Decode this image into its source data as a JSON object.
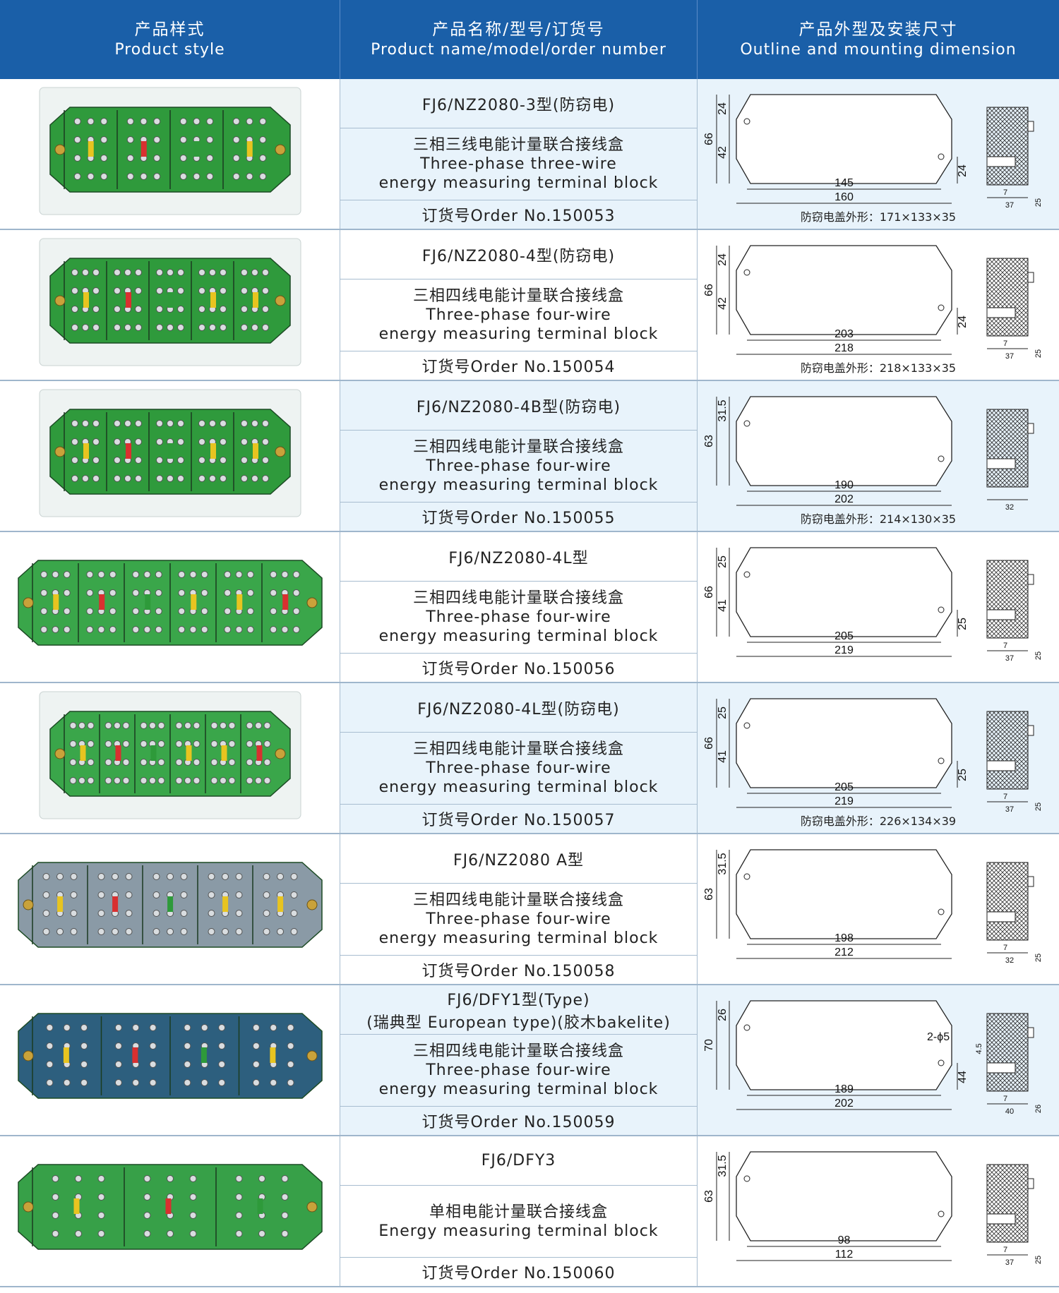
{
  "header": {
    "col1_zh": "产品样式",
    "col1_en": "Product style",
    "col2_zh": "产品名称/型号/订货号",
    "col2_en": "Product name/model/order number",
    "col3_zh": "产品外型及安装尺寸",
    "col3_en": "Outline and mounting dimension"
  },
  "products": [
    {
      "model": "FJ6/NZ2080-3型(防窃电)",
      "desc_zh": "三相三线电能计量联合接线盒",
      "desc_en1": "Three-phase three-wire",
      "desc_en2": "energy measuring terminal block",
      "order": "订货号Order No.150053",
      "cover": "防窃电盖外形：171×133×35",
      "dims": {
        "total_h": "66",
        "top": "24",
        "bottom": "42",
        "inner_w": "145",
        "outer_w": "160",
        "right_h": "24",
        "side_a": "7",
        "side_b": "37",
        "side_c": "25"
      },
      "photo": {
        "base": "#2f9a3c",
        "cover": true,
        "slots": 4
      }
    },
    {
      "model": "FJ6/NZ2080-4型(防窃电)",
      "desc_zh": "三相四线电能计量联合接线盒",
      "desc_en1": "Three-phase four-wire",
      "desc_en2": "energy measuring terminal block",
      "order": "订货号Order No.150054",
      "cover": "防窃电盖外形：218×133×35",
      "dims": {
        "total_h": "66",
        "top": "24",
        "bottom": "42",
        "inner_w": "203",
        "outer_w": "218",
        "right_h": "24",
        "side_a": "7",
        "side_b": "37",
        "side_c": "25"
      },
      "photo": {
        "base": "#2f9a3c",
        "cover": true,
        "slots": 5
      }
    },
    {
      "model": "FJ6/NZ2080-4B型(防窃电)",
      "desc_zh": "三相四线电能计量联合接线盒",
      "desc_en1": "Three-phase four-wire",
      "desc_en2": "energy measuring terminal block",
      "order": "订货号Order No.150055",
      "cover": "防窃电盖外形：214×130×35",
      "dims": {
        "total_h": "63",
        "top": "31.5",
        "bottom": "",
        "inner_w": "190",
        "outer_w": "202",
        "right_h": "",
        "side_a": "",
        "side_b": "32",
        "side_c": ""
      },
      "photo": {
        "base": "#2f9a3c",
        "cover": true,
        "slots": 5
      }
    },
    {
      "model": "FJ6/NZ2080-4L型",
      "desc_zh": "三相四线电能计量联合接线盒",
      "desc_en1": "Three-phase four-wire",
      "desc_en2": "energy measuring terminal block",
      "order": "订货号Order No.150056",
      "cover": "",
      "dims": {
        "total_h": "66",
        "top": "25",
        "bottom": "41",
        "inner_w": "205",
        "outer_w": "219",
        "right_h": "25",
        "side_a": "7",
        "side_b": "37",
        "side_c": "25"
      },
      "photo": {
        "base": "#3aa64a",
        "cover": false,
        "slots": 6
      }
    },
    {
      "model": "FJ6/NZ2080-4L型(防窃电)",
      "desc_zh": "三相四线电能计量联合接线盒",
      "desc_en1": "Three-phase four-wire",
      "desc_en2": "energy measuring terminal block",
      "order": "订货号Order No.150057",
      "cover": "防窃电盖外形：226×134×39",
      "dims": {
        "total_h": "66",
        "top": "25",
        "bottom": "41",
        "inner_w": "205",
        "outer_w": "219",
        "right_h": "25",
        "side_a": "7",
        "side_b": "37",
        "side_c": "25"
      },
      "photo": {
        "base": "#3aa64a",
        "cover": true,
        "slots": 6
      }
    },
    {
      "model": "FJ6/NZ2080 A型",
      "desc_zh": "三相四线电能计量联合接线盒",
      "desc_en1": "Three-phase four-wire",
      "desc_en2": "energy measuring terminal block",
      "order": "订货号Order No.150058",
      "cover": "",
      "dims": {
        "total_h": "63",
        "top": "31.5",
        "bottom": "",
        "inner_w": "198",
        "outer_w": "212",
        "right_h": "",
        "side_a": "7",
        "side_b": "32",
        "side_c": "25"
      },
      "photo": {
        "base": "#8a9aa6",
        "cover": false,
        "slots": 5
      }
    },
    {
      "model": "FJ6/DFY1型(Type)",
      "model2": "(瑞典型 European type)(胶木bakelite)",
      "desc_zh": "三相四线电能计量联合接线盒",
      "desc_en1": "Three-phase four-wire",
      "desc_en2": "energy measuring terminal block",
      "order": "订货号Order No.150059",
      "cover": "",
      "dims": {
        "total_h": "70",
        "top": "26",
        "bottom": "",
        "inner_w": "189",
        "outer_w": "202",
        "right_h": "44",
        "hole": "2-ϕ5",
        "side_a": "7",
        "side_b": "40",
        "side_c": "26",
        "side_d": "4.5"
      },
      "photo": {
        "base": "#2d5f7e",
        "cover": false,
        "slots": 4
      }
    },
    {
      "model": "FJ6/DFY3",
      "desc_zh": "单相电能计量联合接线盒",
      "desc_en1": "Energy measuring terminal block",
      "desc_en2": "",
      "order": "订货号Order No.150060",
      "cover": "",
      "dims": {
        "total_h": "63",
        "top": "31.5",
        "bottom": "",
        "inner_w": "98",
        "outer_w": "112",
        "right_h": "",
        "side_a": "7",
        "side_b": "37",
        "side_c": "25"
      },
      "photo": {
        "base": "#37a048",
        "cover": false,
        "slots": 3
      }
    }
  ]
}
